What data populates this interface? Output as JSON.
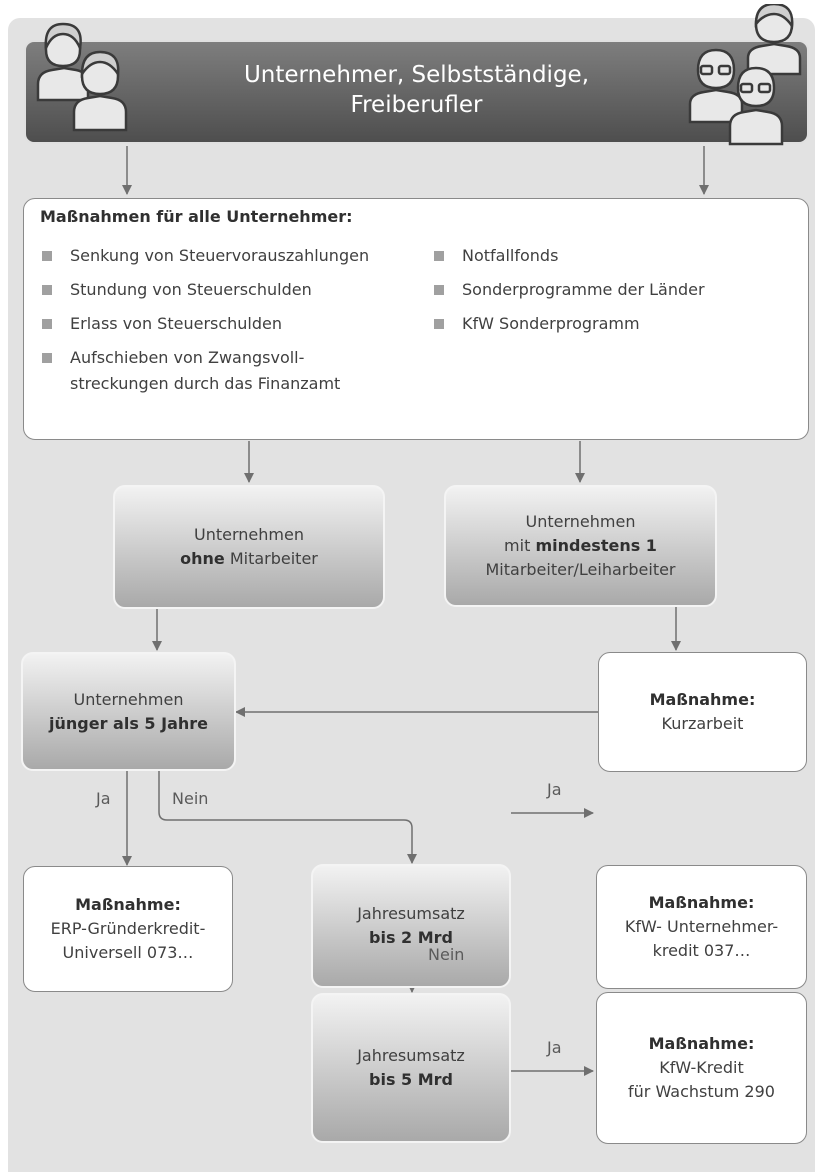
{
  "header": {
    "title_line1": "Unternehmer, Selbstständige,",
    "title_line2": "Freiberufler"
  },
  "all_measures": {
    "title": "Maßnahmen für alle Unternehmer:",
    "left_items": [
      [
        "Senkung von Steuervorauszahlungen"
      ],
      [
        "Stundung von Steuerschulden"
      ],
      [
        "Erlass von Steuerschulden"
      ],
      [
        "Aufschieben von Zwangsvoll-",
        "streckungen durch das Finanzamt"
      ]
    ],
    "right_items": [
      [
        "Notfallfonds"
      ],
      [
        "Sonderprogramme der Länder"
      ],
      [
        "KfW Sonderprogramm"
      ]
    ]
  },
  "nodes": {
    "no_employees": {
      "line1": "Unternehmen",
      "line2_bold": "ohne",
      "line2_rest": " Mitarbeiter"
    },
    "with_employees": {
      "line1": "Unternehmen",
      "line2_pre": "mit ",
      "line2_bold": "mindestens 1",
      "line3": "Mitarbeiter/Leiharbeiter"
    },
    "young_company": {
      "line1": "Unternehmen",
      "line2_bold": "jünger als 5 Jahre"
    },
    "kurzarbeit": {
      "title": "Maßnahme:",
      "line1": "Kurzarbeit"
    },
    "erp": {
      "title": "Maßnahme:",
      "line1": "ERP-Gründerkredit-",
      "line2": "Universell 073…"
    },
    "revenue_2": {
      "line1": "Jahresumsatz",
      "line2_bold": "bis 2 Mrd"
    },
    "kfw_037": {
      "title": "Maßnahme:",
      "line1": "KfW- Unternehmer-",
      "line2": "kredit 037…"
    },
    "revenue_5": {
      "line1": "Jahresumsatz",
      "line2_bold": "bis 5 Mrd"
    },
    "kfw_290": {
      "title": "Maßnahme:",
      "line1": "KfW-Kredit",
      "line2": "für Wachstum 290"
    }
  },
  "edge_labels": {
    "young_yes": "Ja",
    "young_no": "Nein",
    "rev2_yes": "Ja",
    "rev2_no": "Nein",
    "rev5_yes": "Ja"
  },
  "colors": {
    "background_panel": "#e2e2e2",
    "header_gradient_top": "#7e7e7e",
    "header_gradient_bottom": "#4e4e4e",
    "arrow": "#6f6f6f",
    "bullet": "#a0a0a0"
  }
}
